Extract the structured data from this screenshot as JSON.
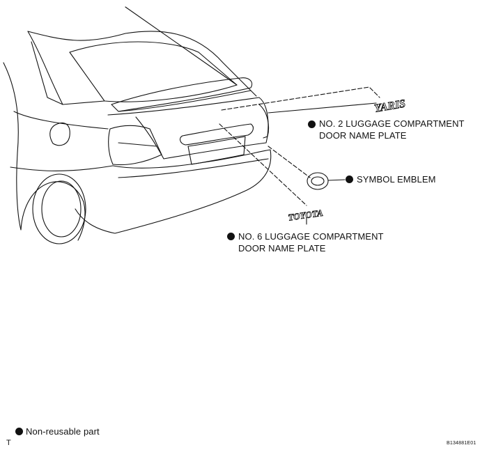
{
  "labels": {
    "no2_line1": "NO. 2 LUGGAGE COMPARTMENT",
    "no2_line2": "DOOR NAME PLATE",
    "symbol_emblem": "SYMBOL EMBLEM",
    "no6_line1": "NO. 6 LUGGAGE COMPARTMENT",
    "no6_line2": "DOOR NAME PLATE"
  },
  "badges": {
    "yaris": "YARIS",
    "toyota": "TOYOTA"
  },
  "legend": {
    "non_reusable": "Non-reusable part"
  },
  "footer": {
    "left_mark": "T",
    "part_number": "B134881E01"
  },
  "colors": {
    "line": "#111111",
    "background": "#ffffff"
  }
}
